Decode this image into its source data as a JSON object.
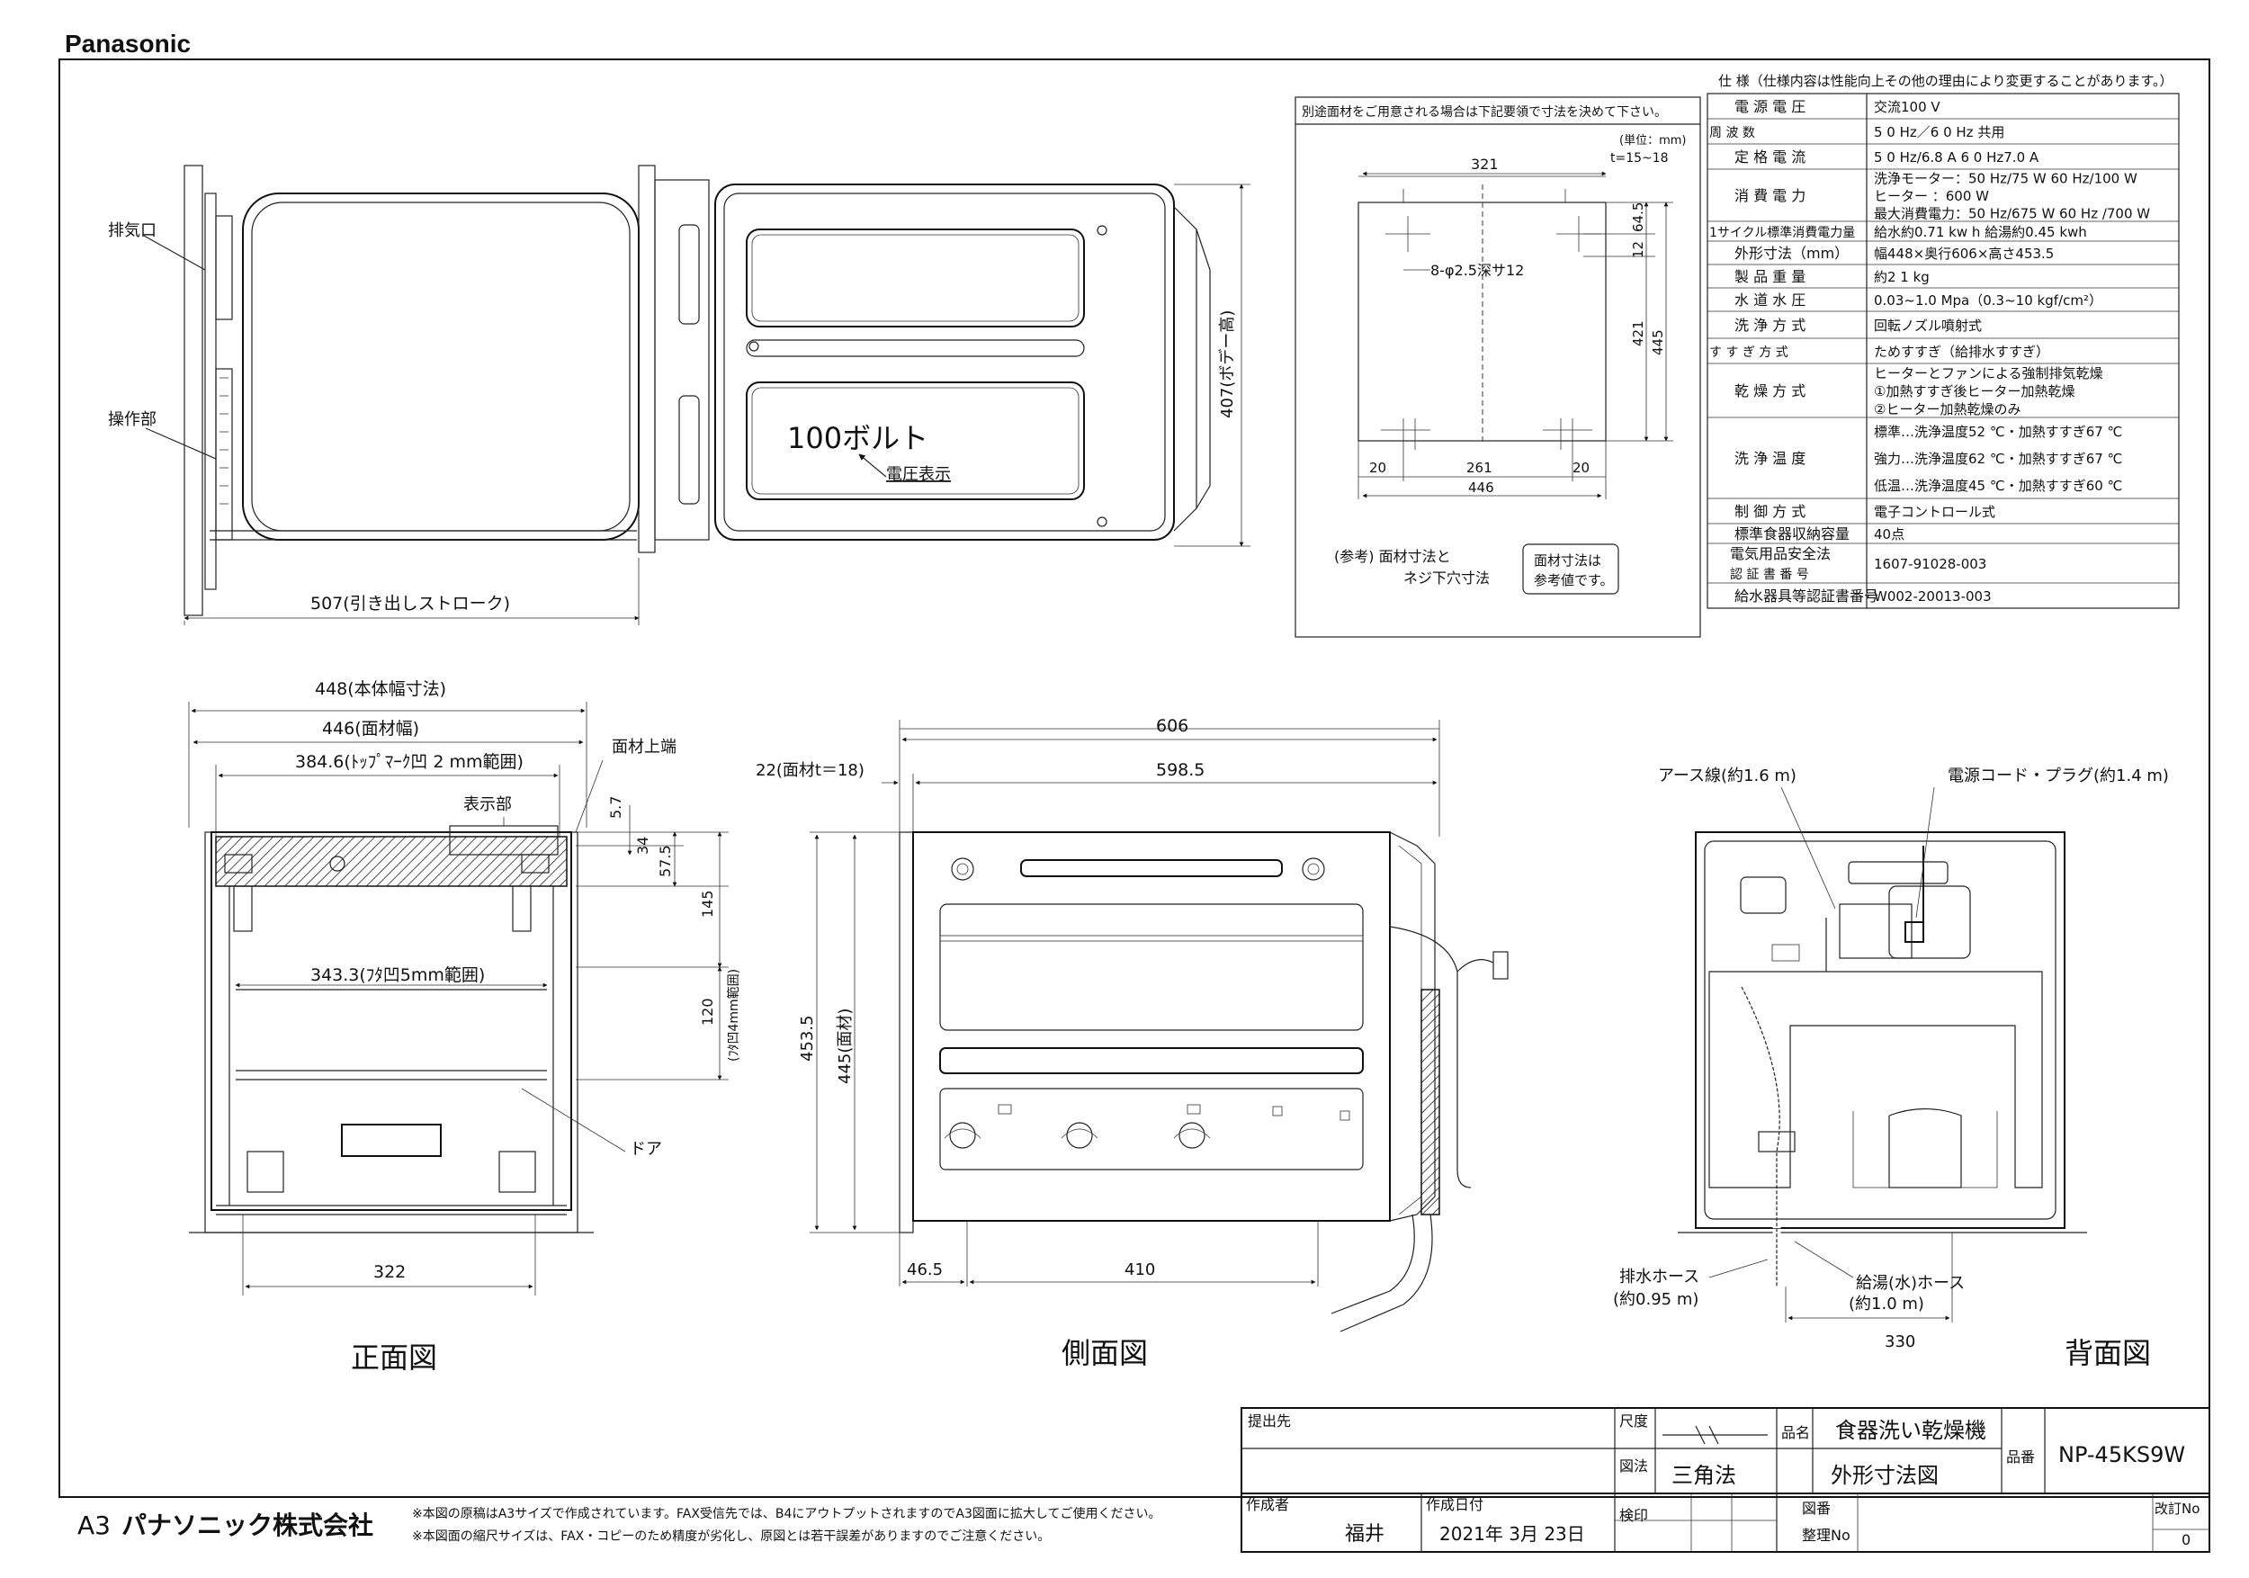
{
  "brand": "Panasonic",
  "labels": {
    "exhaust": "排気口",
    "control": "操作部",
    "voltage_big": "100ボルト",
    "voltage_disp": "電圧表示",
    "body_height": "407(ボデー高)",
    "stroke": "507(引き出しストローク)",
    "panel_top": "面材上端",
    "display_part": "表示部",
    "door": "ドア",
    "earth": "アース線(約1.6 m)",
    "cord": "電源コード・プラグ(約1.4 m)",
    "drain_hose": "排水ホース",
    "drain_len": "(約0.95 m)",
    "supply_hose": "給湯(水)ホース",
    "supply_len": "(約1.0 m)"
  },
  "dims": {
    "front_w1": "448(本体幅寸法)",
    "front_w2": "446(面材幅)",
    "front_w3": "384.6(ﾄｯﾌﾟﾏｰｸ凹 2 mm範囲)",
    "front_w4": "343.3(ﾌﾀ凹5mm範囲)",
    "front_bottom": "322",
    "v57": "5.7",
    "v34": "34",
    "v575": "57.5",
    "v145": "145",
    "v120": "120",
    "v120b": "(ﾌﾀ凹4mm範囲)",
    "side_606": "606",
    "side_5985": "598.5",
    "side_22": "22(面材t＝18)",
    "side_4535": "453.5",
    "side_445": "445(面材)",
    "side_465": "46.5",
    "side_410": "410",
    "back_330": "330"
  },
  "views": {
    "front": "正面図",
    "side": "側面図",
    "back": "背面図"
  },
  "panel": {
    "note": "別途面材をご用意される場合は下記要領で寸法を決めて下さい。",
    "unit": "(単位：mm)",
    "thickness": "t=15~18",
    "d321": "321",
    "d645": "64.5",
    "d12": "12",
    "d421": "421",
    "d445": "445",
    "hole": "8-φ2.5深サ12",
    "d20a": "20",
    "d261": "261",
    "d20b": "20",
    "d446": "446",
    "ref1": "(参考)  面材寸法と",
    "ref2": "ネジ下穴寸法",
    "box1": "面材寸法は",
    "box2": "参考値です。"
  },
  "spec": {
    "title": "仕  様（仕様内容は性能向上その他の理由により変更することがあります。）",
    "rows": [
      [
        "電  源  電  圧",
        "交流100 V"
      ],
      [
        "周    波    数",
        "5 0 Hz／6 0 Hz  共用"
      ],
      [
        "定  格  電  流",
        "5 0 Hz/6.8 A   6 0 Hz7.0  A"
      ],
      [
        "消  費  電  力",
        "洗浄モーター：50 Hz/75 W   60 Hz/100 W|ヒーター     ：600 W|最大消費電力：50 Hz/675 W   60 Hz /700 W"
      ],
      [
        "1サイクル標準消費電力量",
        "給水約0.71 kw h    給湯約0.45 kwh"
      ],
      [
        "外形寸法（mm）",
        "幅448×奥行606×高さ453.5"
      ],
      [
        "製  品  重  量",
        "約2 1 kg"
      ],
      [
        "水  道  水  圧",
        "0.03~1.0 Mpa（0.3~10   kgf/cm²）"
      ],
      [
        "洗  浄  方  式",
        "回転ノズル噴射式"
      ],
      [
        "す  す  ぎ  方  式",
        "ためすすぎ（給排水すすぎ）"
      ],
      [
        "乾  燥  方  式",
        "ヒーターとファンによる強制排気乾燥|①加熱すすぎ後ヒーター加熱乾燥|②ヒーター加熱乾燥のみ"
      ],
      [
        "洗  浄  温  度",
        "標準…洗浄温度52 ℃・加熱すすぎ67 ℃|強力…洗浄温度62 ℃・加熱すすぎ67 ℃|低温…洗浄温度45 ℃・加熱すすぎ60 ℃"
      ],
      [
        "制  御  方  式",
        "電子コントロール式"
      ],
      [
        "標準食器収納容量",
        "40点"
      ],
      [
        "電気用品安全法|認  証  書  番  号",
        "1607-91028-003"
      ],
      [
        "給水器具等認証書番号",
        "W002-20013-003"
      ]
    ]
  },
  "title_block": {
    "submit": "提出先",
    "scale": "尺度",
    "item_name_label": "品名",
    "item_name": "食器洗い乾燥機",
    "drawing_method": "図法",
    "method_value": "三角法",
    "drawing_title": "外形寸法図",
    "model_label": "品番",
    "model": "NP-45KS9W",
    "author_label": "作成者",
    "author": "福井",
    "date_label": "作成日付",
    "date": "2021年  3月  23日",
    "check": "検印",
    "fig_no": "図番",
    "ref_no": "整理No",
    "rev": "改訂No",
    "rev_value": "0"
  },
  "footer": {
    "size": "A3",
    "company": "パナソニック株式会社",
    "note1": "※本図の原稿はA3サイズで作成されています。FAX受信先では、B4にアウトプットされますのでA3図面に拡大してご使用ください。",
    "note2": "※本図面の縮尺サイズは、FAX・コピーのため精度が劣化し、原図とは若干誤差がありますのでご注意ください。"
  }
}
